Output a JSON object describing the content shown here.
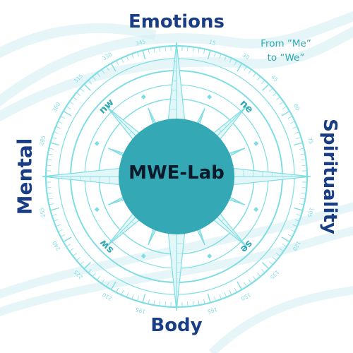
{
  "directions": {
    "north": "Emotions",
    "south": "Body",
    "west": "Mental",
    "east": "Spirituality"
  },
  "tagline": {
    "line1": "From ”Me”",
    "line2": "to “We”"
  },
  "center_label": "MWE-Lab",
  "ordinals": {
    "ne": "ne",
    "nw": "nw",
    "se": "se",
    "sw": "sw"
  },
  "degrees": [
    "15",
    "30",
    "45",
    "60",
    "75",
    "105",
    "120",
    "135",
    "150",
    "165",
    "195",
    "210",
    "225",
    "240",
    "255",
    "285",
    "300",
    "315",
    "330",
    "345"
  ],
  "colors": {
    "teal": "#7fdde3",
    "teal_dark": "#2fa7b3",
    "hub": "#34a8b4",
    "navy": "#1a3e85",
    "wave": "#d2eef3"
  }
}
